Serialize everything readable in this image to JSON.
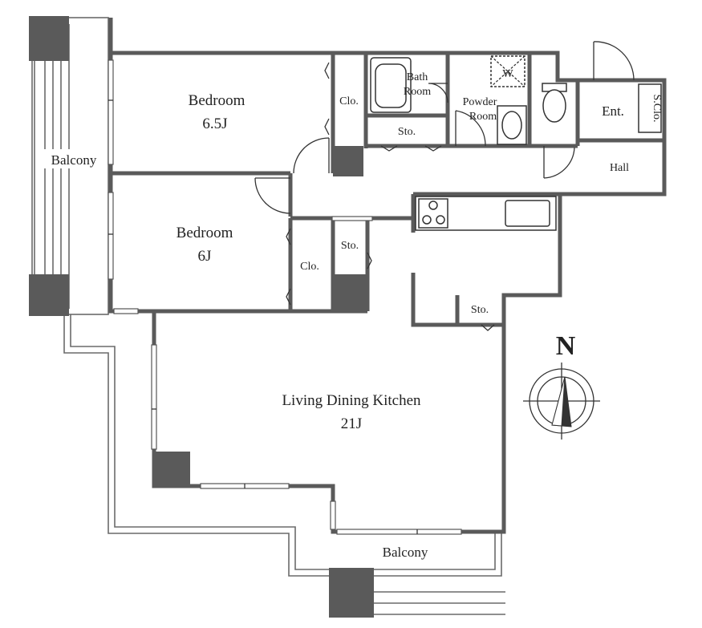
{
  "rooms": {
    "bedroom1_name": "Bedroom",
    "bedroom1_size": "6.5J",
    "bedroom2_name": "Bedroom",
    "bedroom2_size": "6J",
    "ldk_name": "Living Dining Kitchen",
    "ldk_size": "21J",
    "closet1": "Clo.",
    "closet2": "Clo.",
    "bath_line1": "Bath",
    "bath_line2": "Room",
    "powder_line1": "Powder",
    "powder_line2": "Room",
    "storage1": "Sto.",
    "storage2": "Sto.",
    "storage3": "Sto.",
    "entrance": "Ent.",
    "shoe_closet": "S.Clo.",
    "hall": "Hall",
    "washer": "W",
    "balcony_west": "Balcony",
    "balcony_south": "Balcony"
  },
  "compass": {
    "label": "N"
  },
  "colors": {
    "wall": "#5a5a5a",
    "column": "#5a5a5a",
    "background": "#ffffff"
  }
}
